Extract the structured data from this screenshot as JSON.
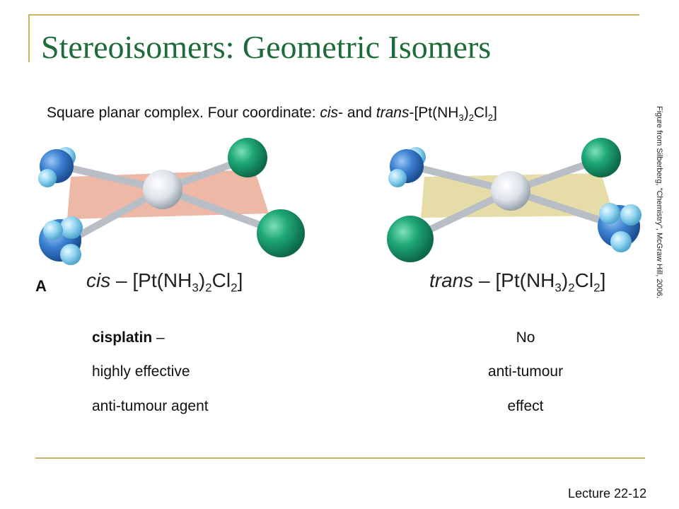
{
  "slide": {
    "title": "Stereoisomers: Geometric Isomers",
    "subtitle": {
      "prefix": "Square planar complex. Four coordinate: ",
      "cis": "cis",
      "middle": "- and ",
      "trans": "trans",
      "formula_open": "-[Pt(NH",
      "sub1": "3",
      "close_paren": ")",
      "sub2": "2",
      "cl": "Cl",
      "sub3": "2",
      "bracket_close": "]"
    },
    "credit": "Figure from Silberberg, \"Chemistry\", McGraw Hill, 2006.",
    "panel_letter": "A",
    "cis_label": {
      "prefix": "cis",
      "body": " – [Pt(NH",
      "sub1": "3",
      "close": ")",
      "sub2": "2",
      "cl": "Cl",
      "sub3": "2",
      "end": "]"
    },
    "trans_label": {
      "prefix": "trans",
      "body": " – [Pt(NH",
      "sub1": "3",
      "close": ")",
      "sub2": "2",
      "cl": "Cl",
      "sub3": "2",
      "end": "]"
    },
    "left_text": {
      "line1_bold": "cisplatin",
      "line1_rest": " –",
      "line2": "highly effective",
      "line3": "anti-tumour agent"
    },
    "right_text": {
      "line1": "No",
      "line2": "anti-tumour",
      "line3": "effect"
    },
    "footer": "Lecture 22-12",
    "colors": {
      "title": "#1e6b3a",
      "frame": "#c8b464",
      "cis_plane": "#e8a08a",
      "trans_plane": "#ddd08a",
      "chlorine": "#1fa877",
      "nitrogen": "#3a7fd0",
      "hydrogen": "#8fd3f0",
      "platinum": "#e6e9ee"
    }
  }
}
